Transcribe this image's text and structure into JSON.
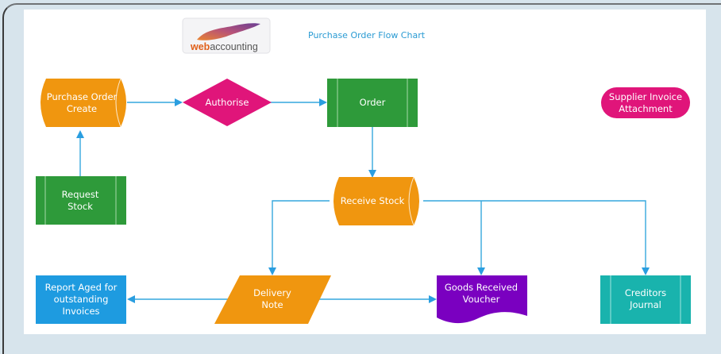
{
  "title": "Purchase Order Flow Chart",
  "logo": {
    "text_bold": "web",
    "text_regular": "accounting"
  },
  "colors": {
    "orange": "#f0960f",
    "magenta": "#e0157a",
    "green": "#2e9a3a",
    "blue": "#1e9be0",
    "purple": "#7a00c0",
    "teal": "#19b3ad",
    "connector": "#35a7dd",
    "title": "#2a9bd3"
  },
  "nodes": {
    "purchase_order_create": {
      "line1": "Purchase Order",
      "line2": "Create",
      "shape": "stored-data"
    },
    "authorise": {
      "line1": "Authorise",
      "shape": "decision"
    },
    "order": {
      "line1": "Order",
      "shape": "predefined-process"
    },
    "supplier_invoice": {
      "line1": "Supplier Invoice",
      "line2": "Attachment",
      "shape": "terminator"
    },
    "request_stock": {
      "line1": "Request",
      "line2": "Stock",
      "shape": "predefined-process"
    },
    "receive_stock": {
      "line1": "Receive Stock",
      "shape": "stored-data"
    },
    "report_aged": {
      "line1": "Report Aged for",
      "line2": "outstanding",
      "line3": "Invoices",
      "shape": "process"
    },
    "delivery_note": {
      "line1": "Delivery",
      "line2": "Note",
      "shape": "data"
    },
    "goods_received": {
      "line1": "Goods Received",
      "line2": "Voucher",
      "shape": "document"
    },
    "creditors_journal": {
      "line1": "Creditors",
      "line2": "Journal",
      "shape": "predefined-process"
    }
  },
  "edges": [
    {
      "from": "Request Stock",
      "to": "Purchase Order Create"
    },
    {
      "from": "Purchase Order Create",
      "to": "Authorise"
    },
    {
      "from": "Authorise",
      "to": "Order"
    },
    {
      "from": "Order",
      "to": "Receive Stock"
    },
    {
      "from": "Receive Stock",
      "to": "Delivery Note"
    },
    {
      "from": "Receive Stock",
      "to": "Goods Received Voucher"
    },
    {
      "from": "Receive Stock",
      "to": "Creditors Journal"
    },
    {
      "from": "Delivery Note",
      "to": "Report Aged for outstanding Invoices"
    },
    {
      "from": "Delivery Note",
      "to": "Goods Received Voucher"
    }
  ]
}
